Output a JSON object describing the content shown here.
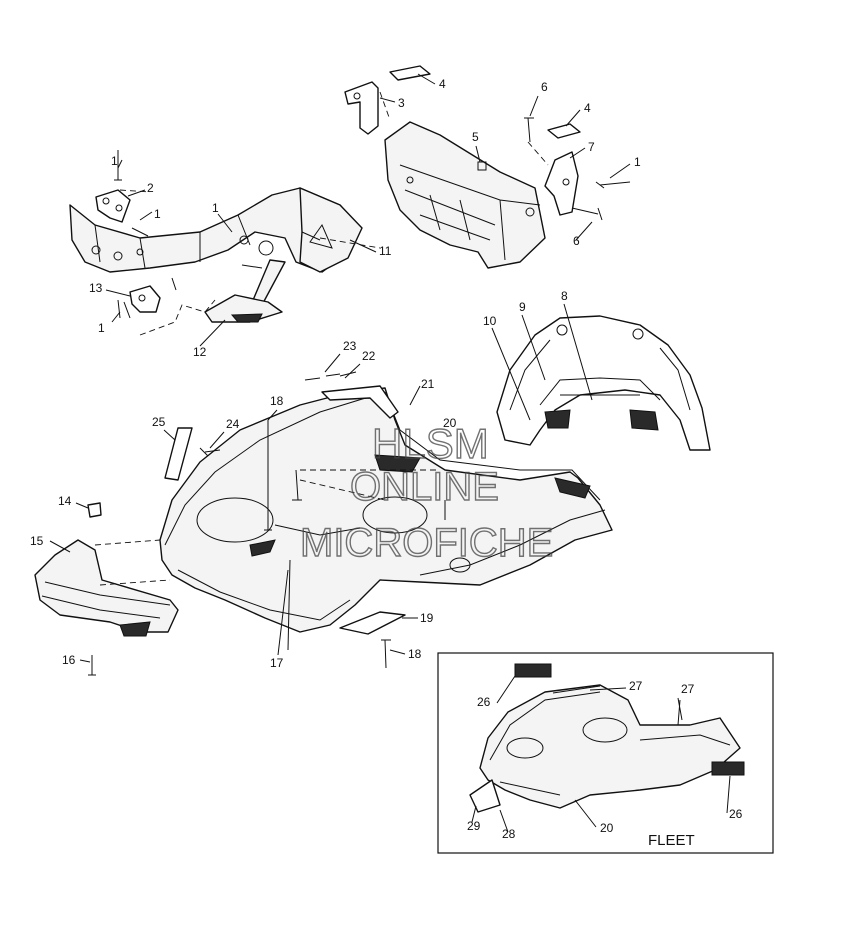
{
  "watermark": {
    "line1": "HLSM",
    "line2": "ONLINE",
    "line3": "MICROFICHE"
  },
  "inset": {
    "label": "FLEET"
  },
  "callouts": {
    "c1a": "1",
    "c1b": "1",
    "c1c": "1",
    "c1d": "1",
    "c1e": "1",
    "c2": "2",
    "c3": "3",
    "c4a": "4",
    "c4b": "4",
    "c5": "5",
    "c6a": "6",
    "c6b": "6",
    "c7": "7",
    "c8": "8",
    "c9": "9",
    "c10": "10",
    "c11": "11",
    "c12": "12",
    "c13": "13",
    "c14": "14",
    "c15": "15",
    "c16": "16",
    "c17": "17",
    "c18a": "18",
    "c18b": "18",
    "c19": "19",
    "c20a": "20",
    "c20b": "20",
    "c21": "21",
    "c22": "22",
    "c23": "23",
    "c24": "24",
    "c25": "25",
    "c26a": "26",
    "c26b": "26",
    "c27a": "27",
    "c27b": "27",
    "c28": "28",
    "c29": "29"
  }
}
